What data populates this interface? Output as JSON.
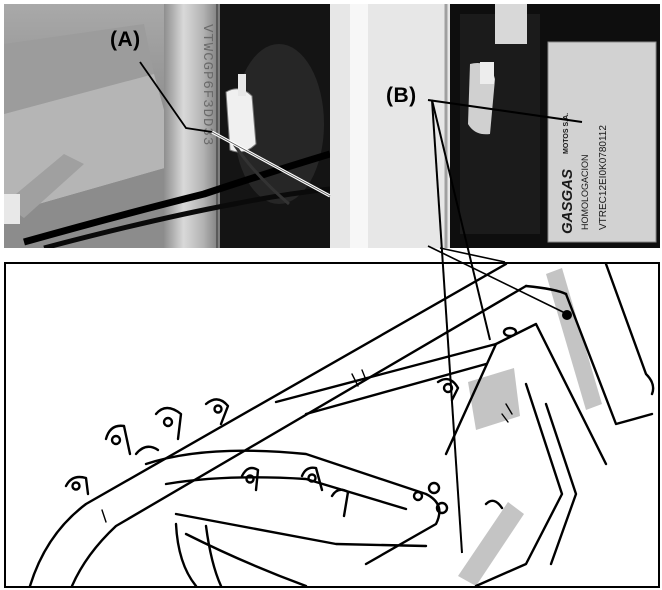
{
  "callouts": {
    "a": "(A)",
    "b": "(B)"
  },
  "photo_left": {
    "frame_stamp": "VTWCGP6F3DD33"
  },
  "photo_right": {
    "plate_brand": "GASGAS",
    "plate_company": "MOTOS S.A.",
    "plate_homologation": "HOMOLOGACION",
    "plate_vin": "VTREC12EI0K0780112"
  },
  "colors": {
    "photo_dark": "#1a1a1a",
    "photo_metal": "#c8c8c8",
    "marker_gray": "#c4c4c4",
    "line": "#000000"
  }
}
